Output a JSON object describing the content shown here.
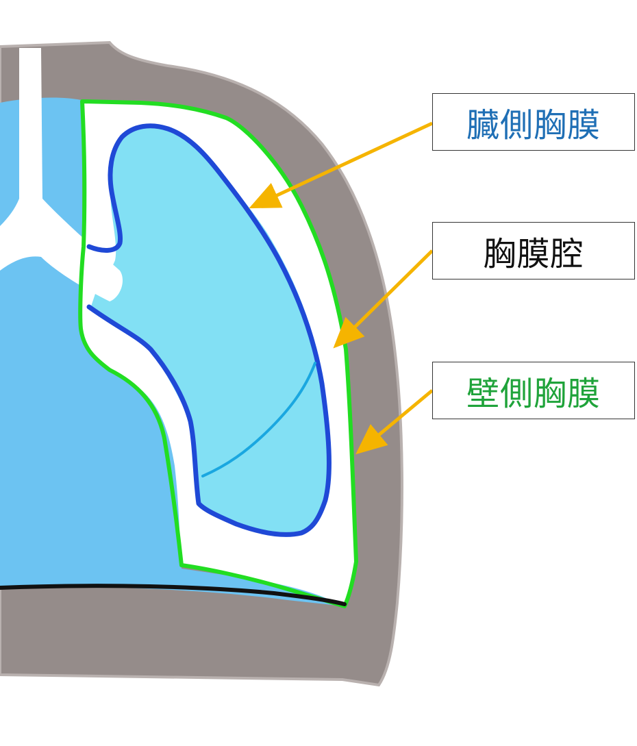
{
  "labels": {
    "visceral": {
      "text": "臓側胸膜",
      "color": "#1F6FB5"
    },
    "cavity": {
      "text": "胸膜腔",
      "color": "#111111"
    },
    "parietal": {
      "text": "壁側胸膜",
      "color": "#1FA33A"
    }
  },
  "colors": {
    "chest_wall": "#958C8A",
    "pleural_cavity": "#FFFFFF",
    "lung_left": "#6CC3F2",
    "lung_right": "#82E0F4",
    "visceral_line": "#1F49D6",
    "parietal_line": "#22DD22",
    "fissure_line": "#1AA7E0",
    "diaphragm_line": "#111111",
    "airway": "#FFFFFF",
    "arrow": "#F5B400"
  },
  "icons": {
    "airway": "trachea-bronchi-shape",
    "arrow": "arrow-pointer"
  }
}
